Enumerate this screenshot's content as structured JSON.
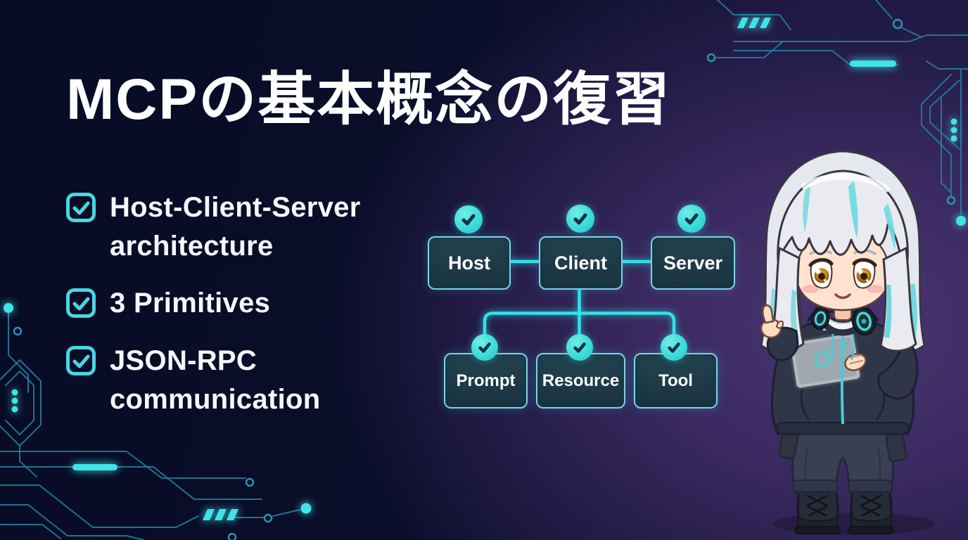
{
  "slide": {
    "title": "MCPの基本概念の復習"
  },
  "checklist": {
    "items": [
      {
        "label": "Host-Client-Server architecture"
      },
      {
        "label": "3 Primitives"
      },
      {
        "label": "JSON-RPC communication"
      }
    ]
  },
  "diagram": {
    "top_row": [
      {
        "label": "Host"
      },
      {
        "label": "Client"
      },
      {
        "label": "Server"
      }
    ],
    "bottom_row": [
      {
        "label": "Prompt"
      },
      {
        "label": "Resource"
      },
      {
        "label": "Tool"
      }
    ]
  },
  "icons": {
    "checkbox_checked": "☑",
    "check_circle": "✔"
  },
  "colors": {
    "accent_teal": "#49d7e2",
    "wire_cyan": "#2fe3ea",
    "box_fill": "#1d3947",
    "box_border": "#7fd2e4",
    "check_circle_fill": "#3cdcd8",
    "background_dark_navy": "#070b24",
    "background_purple": "#3e2c66",
    "text_white": "#ffffff"
  }
}
